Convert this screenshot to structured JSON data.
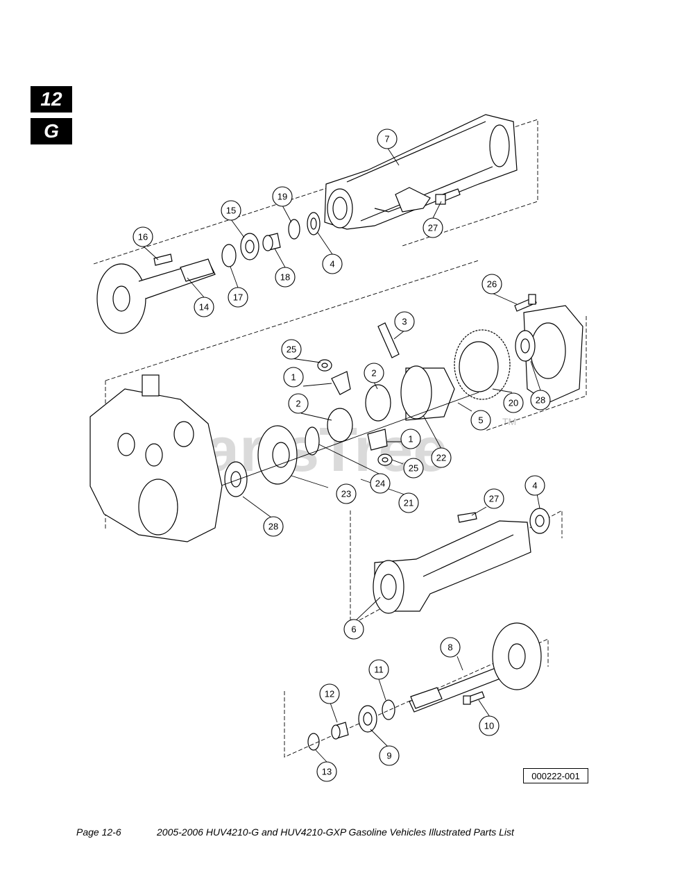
{
  "section_tab": {
    "number": "12",
    "letter": "G"
  },
  "watermark": {
    "text": "PartsTree",
    "tm": "TM"
  },
  "reference_code": "000222-001",
  "footer": {
    "page": "Page 12-6",
    "title": "2005-2006 HUV4210-G and HUV4210-GXP Gasoline Vehicles Illustrated Parts List"
  },
  "callouts": [
    "7",
    "19",
    "15",
    "16",
    "27",
    "4",
    "18",
    "17",
    "14",
    "26",
    "3",
    "25",
    "1",
    "2",
    "2",
    "20",
    "28",
    "5",
    "1",
    "25",
    "22",
    "24",
    "21",
    "23",
    "28",
    "27",
    "4",
    "6",
    "8",
    "11",
    "12",
    "10",
    "9",
    "13"
  ]
}
